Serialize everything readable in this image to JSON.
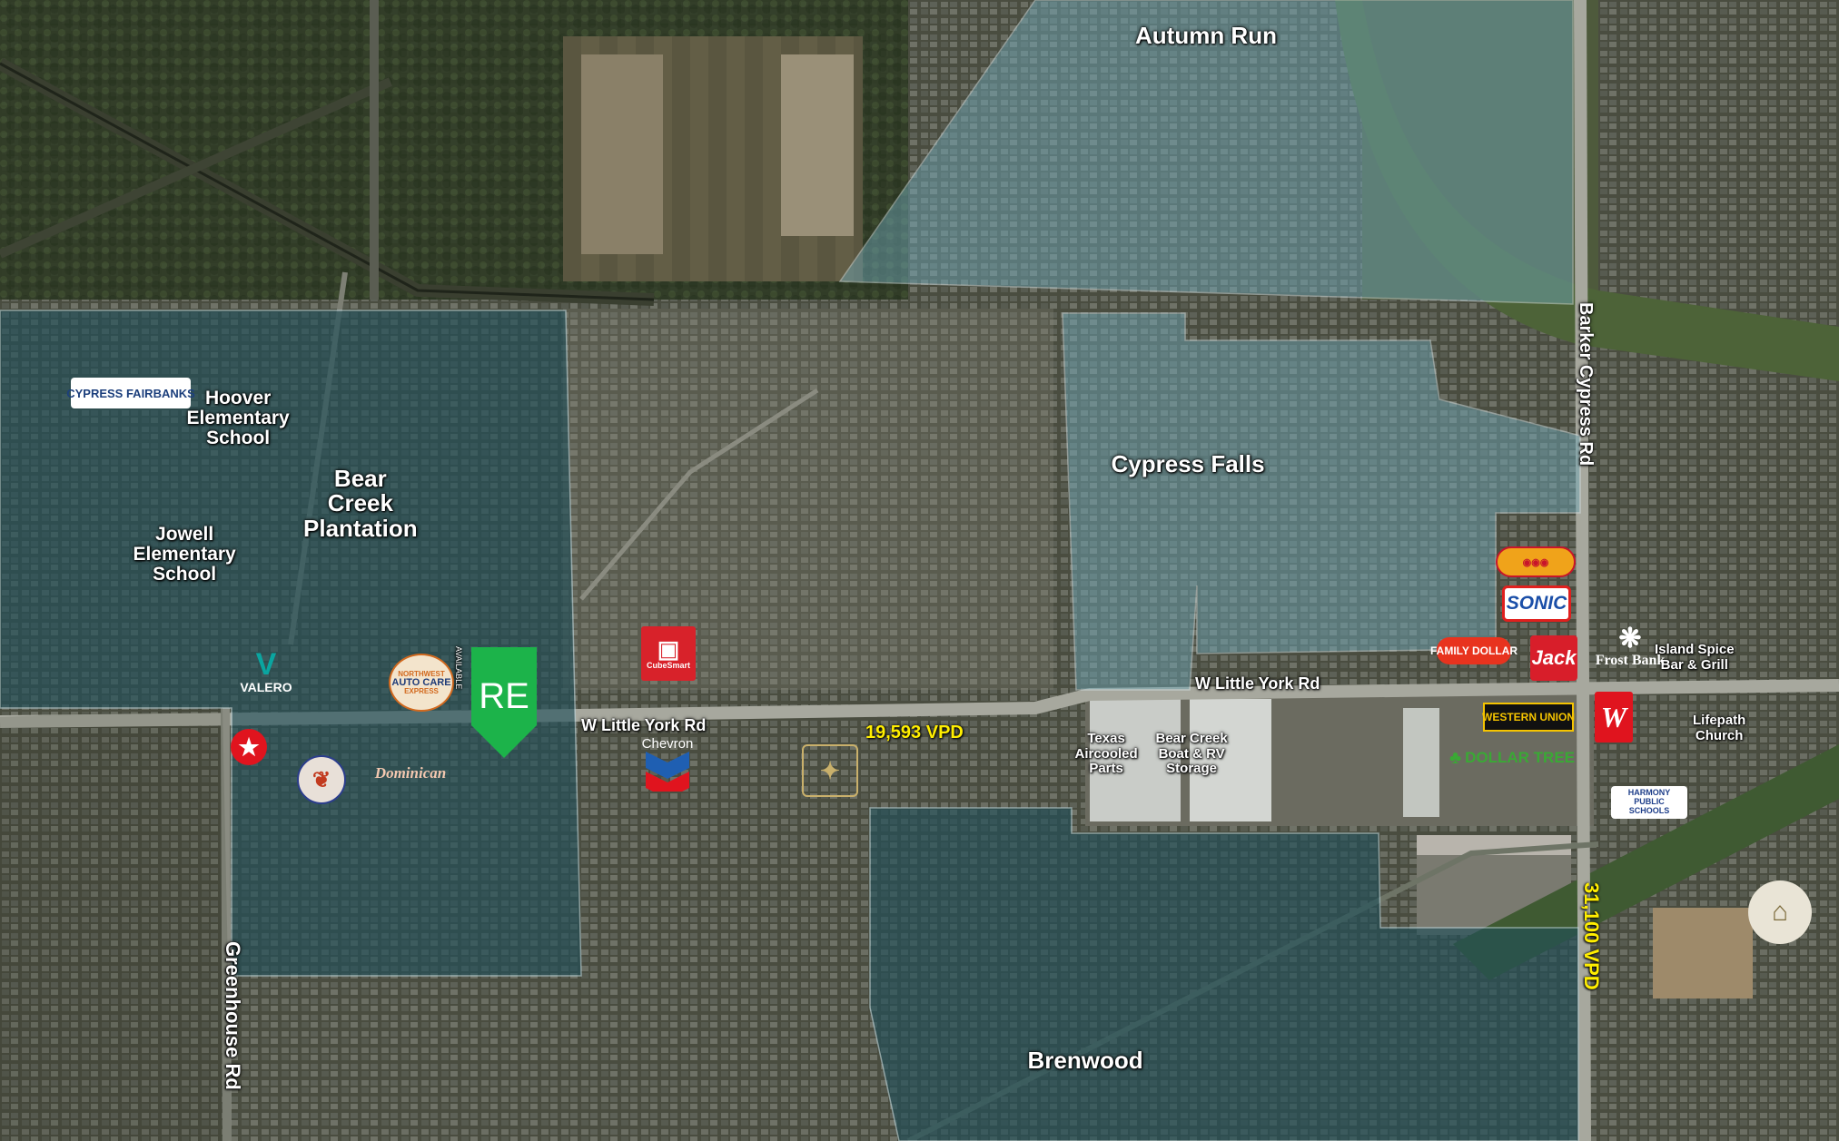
{
  "map": {
    "type": "aerial site map",
    "colors": {
      "shade_dark": "#1f4f5a",
      "shade_light": "#6fa8b8",
      "traffic": "#ffee00",
      "marker": "#1cb34a"
    }
  },
  "areas": {
    "autumn_run": "Autumn Run",
    "bear_creek": "Bear\nCreek\nPlantation",
    "cypress_falls": "Cypress Falls",
    "brenwood": "Brenwood"
  },
  "places": {
    "hoover": "Hoover\nElementary\nSchool",
    "jowell": "Jowell\nElementary\nSchool",
    "texas_aircooled": "Texas\nAircooled\nParts",
    "bear_creek_storage": "Bear Creek\nBoat & RV\nStorage",
    "lifepath": "Lifepath\nChurch",
    "island_spice": "Island Spice\nBar & Grill"
  },
  "roads": {
    "w_little_york_left": "W Little York Rd",
    "w_little_york_right": "W Little York Rd",
    "barker_cypress": "Barker Cypress Rd",
    "greenhouse": "Greenhouse Rd"
  },
  "traffic": {
    "little_york": "19,593 VPD",
    "barker_cypress": "31,100 VPD"
  },
  "logos": {
    "cypress_fairbanks": "CYPRESS FAIRBANKS",
    "valero": "VALERO",
    "auto_care_top": "NORTHWEST",
    "auto_care": "AUTO CARE",
    "auto_care_bottom": "EXPRESS",
    "dominican": "Dominican",
    "cubesmart": "CubeSmart",
    "chevron": "Chevron",
    "sonic": "SONIC",
    "family_dollar": "FAMILY DOLLAR",
    "jack": "Jack",
    "frost_bank": "Frost Bank",
    "western_union": "WESTERN UNION",
    "dollar_tree": "DOLLAR TREE",
    "harmony": "HARMONY PUBLIC SCHOOLS"
  },
  "subject_marker": {
    "text": "RE",
    "vertical_text": "AVAILABLE"
  }
}
